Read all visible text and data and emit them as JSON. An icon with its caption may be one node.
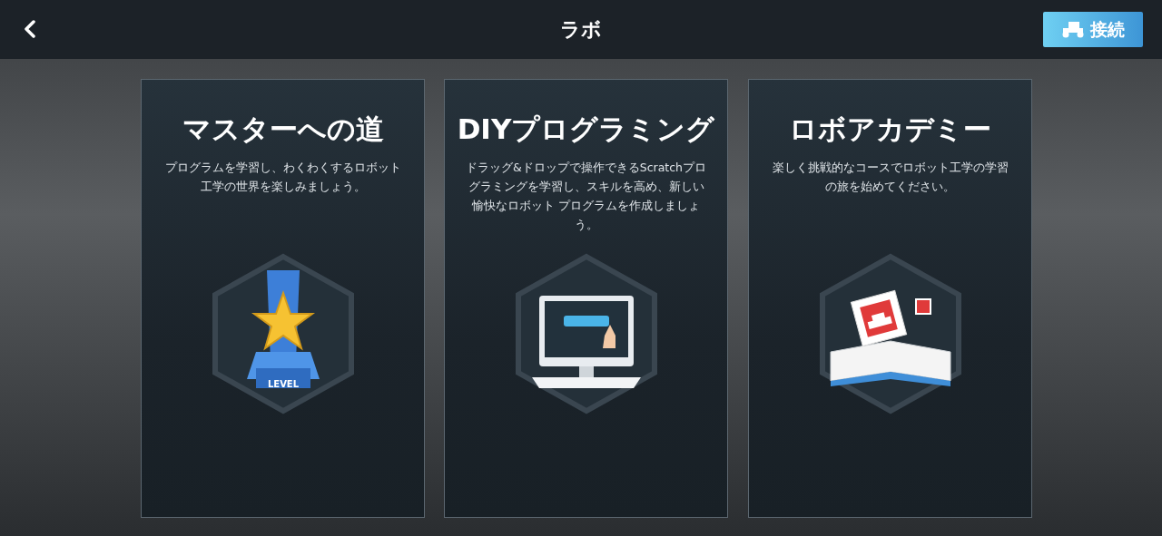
{
  "diagram": {
    "title": "ラボ",
    "nodes": [
      {
        "text": [
          "マスターへの道",
          "プログラムを学習し、わくわくするロボット工学の世界を楽しみましょう。"
        ]
      },
      {
        "text": [
          "DIYプログラミング",
          "ドラッグ&ドロップで操作できるScratchプログラミングを学習し、スキルを高め、新しい愉快なロボット プログラムを作成しましょう。"
        ]
      },
      {
        "text": [
          "ロボアカデミー",
          "楽しく挑戦的なコースでロボット工学の学習の旅を始めてください。"
        ]
      }
    ],
    "labels": [
      "接続",
      "LEVEL"
    ]
  }
}
